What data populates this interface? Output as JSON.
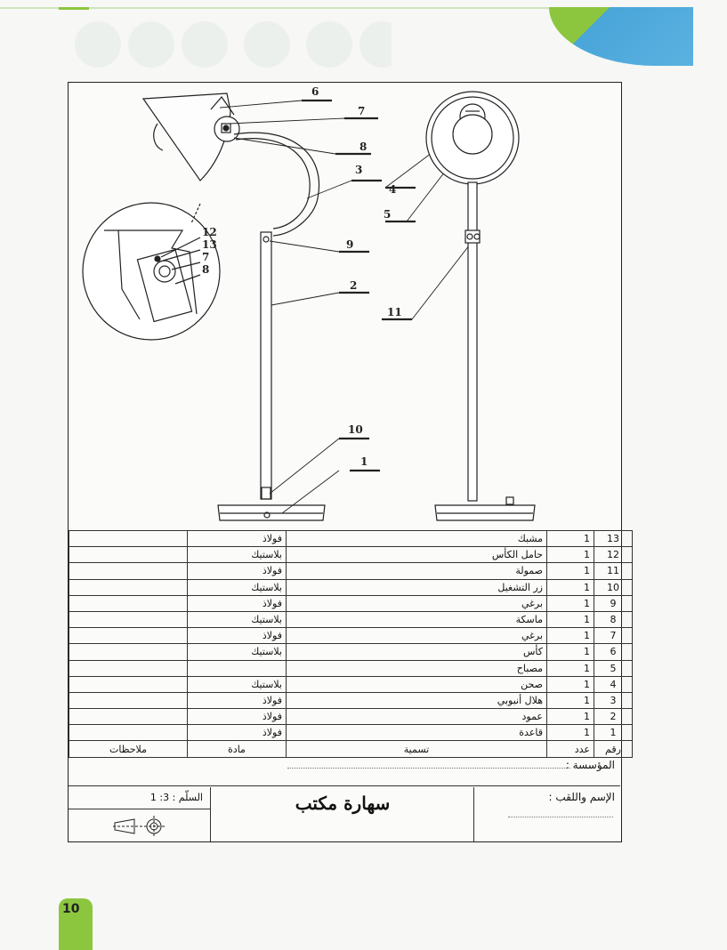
{
  "page_number": "10",
  "drawing": {
    "callouts": [
      "6",
      "7",
      "8",
      "3",
      "9",
      "2",
      "10",
      "1",
      "4",
      "5",
      "11"
    ],
    "detail_callouts": [
      "12",
      "13",
      "7",
      "8"
    ]
  },
  "parts_table": {
    "rows": [
      {
        "num": "13",
        "qty": "1",
        "name": "مشبك",
        "material": "فولاذ",
        "notes": ""
      },
      {
        "num": "12",
        "qty": "1",
        "name": "حامل الكأس",
        "material": "بلاستيك",
        "notes": ""
      },
      {
        "num": "11",
        "qty": "1",
        "name": "صمولة",
        "material": "فولاذ",
        "notes": ""
      },
      {
        "num": "10",
        "qty": "1",
        "name": "زر التشغيل",
        "material": "بلاستيك",
        "notes": ""
      },
      {
        "num": "9",
        "qty": "1",
        "name": "برغي",
        "material": "فولاذ",
        "notes": ""
      },
      {
        "num": "8",
        "qty": "1",
        "name": "ماسكة",
        "material": "بلاستيك",
        "notes": ""
      },
      {
        "num": "7",
        "qty": "1",
        "name": "برغي",
        "material": "فولاذ",
        "notes": ""
      },
      {
        "num": "6",
        "qty": "1",
        "name": "كأس",
        "material": "بلاستيك",
        "notes": ""
      },
      {
        "num": "5",
        "qty": "1",
        "name": "مصباح",
        "material": "",
        "notes": ""
      },
      {
        "num": "4",
        "qty": "1",
        "name": "صحن",
        "material": "بلاستيك",
        "notes": ""
      },
      {
        "num": "3",
        "qty": "1",
        "name": "هلال أنبوبي",
        "material": "فولاذ",
        "notes": ""
      },
      {
        "num": "2",
        "qty": "1",
        "name": "عمود",
        "material": "فولاذ",
        "notes": ""
      },
      {
        "num": "1",
        "qty": "1",
        "name": "قاعدة",
        "material": "فولاذ",
        "notes": ""
      }
    ],
    "headers": {
      "num": "رقم",
      "qty": "عدد",
      "name": "تسمية",
      "material": "مادة",
      "notes": "ملاحظات"
    }
  },
  "institution_label": "المؤسسة :",
  "title_block": {
    "scale": "السلّم : 3: 1",
    "title": "سهارة مكتب",
    "name_label": "الإسم واللقب :"
  }
}
